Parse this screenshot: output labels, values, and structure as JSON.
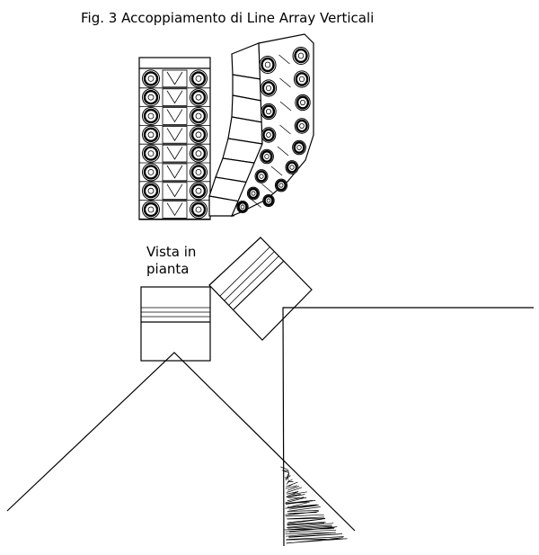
{
  "figure": {
    "title": "Fig. 3  Accoppiamento di Line Array Verticali",
    "plan_label_line1": "Vista in",
    "plan_label_line2": "pianta"
  },
  "colors": {
    "ink": "#000000",
    "paper": "#ffffff"
  }
}
